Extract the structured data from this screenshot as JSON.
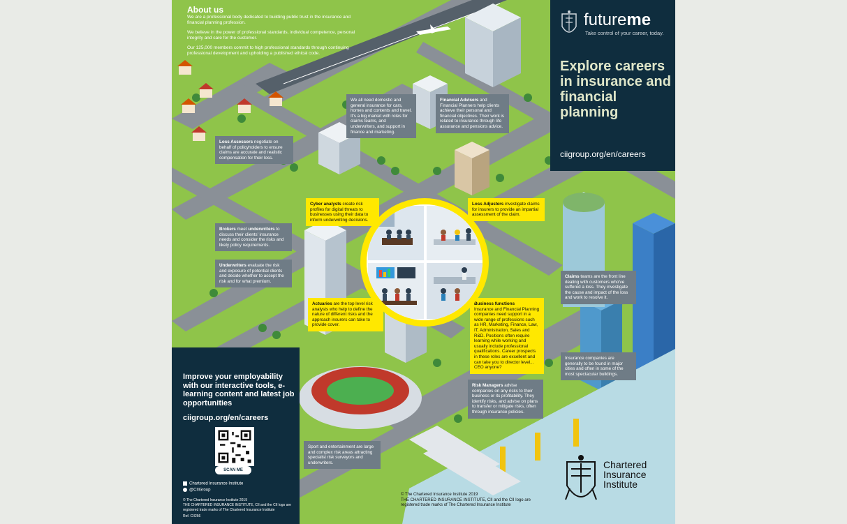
{
  "about": {
    "title": "About us",
    "p1": "We are a professional body dedicated to building public trust in the insurance and financial planning profession.",
    "p2": "We believe in the power of professional standards, individual competence, personal integrity and care for the customer.",
    "p3": "Our 125,000 members commit to high professional standards through continuing professional development and upholding a published ethical code."
  },
  "brand": {
    "logo_text_1": "future",
    "logo_text_2": "me",
    "tagline": "Take control of your career, today.",
    "headline": "Explore careers in insurance and financial planning",
    "url": "cii​group.org/en/careers"
  },
  "promo": {
    "text": "Improve your employability with our interactive tools, e-learning content and latest job opportunities",
    "url": "ciigroup.org/en/careers",
    "scan_label": "SCAN ME",
    "social_1": "Chartered Insurance Institute",
    "social_2": "@CIIGroup",
    "legal_1": "© The Chartered Insurance Institute 2019",
    "legal_2": "THE CHARTERED INSURANCE INSTITUTE, CII and the CII logo are registered trade marks of The Chartered Insurance Institute",
    "ref": "Ref. CII266"
  },
  "callouts": {
    "loss_assessors_lead": "Loss Assessors",
    "loss_assessors": " negotiate on behalf of policyholders to ensure claims are accurate and realistic compensation for their loss.",
    "general": "We all need domestic and general insurance for cars, homes and contents and travel. It's a big market with roles for claims teams, and underwriters, and support in finance and marketing.",
    "advisers_lead": "Financial Advisers",
    "advisers": " and Financial Planners help clients achieve their personal and financial objectives. Their work is related to insurance through life assurance and pensions advice.",
    "cyber_lead": "Cyber analysts",
    "cyber": " create risk profiles for digital threats to businesses using their data to inform underwriting decisions.",
    "adjusters_lead": "Loss Adjusters",
    "adjusters": " investigate claims for insurers to provide an impartial assessment of the claim.",
    "brokers_lead": "Brokers",
    "brokers_mid": " meet ",
    "brokers_lead2": "underwriters",
    "brokers": " to discuss their clients' insurance needs and consider the risks and likely policy requirements.",
    "underwriters_lead": "Underwriters",
    "underwriters": " evaluate the risk and exposure of potential clients and decide whether to accept the risk and for what premium.",
    "claims_lead": "Claims",
    "claims": " teams are the front line dealing with customers who've suffered a loss. They investigate the cause and impact of the loss and work to resolve it.",
    "actuaries_lead": "Actuaries",
    "actuaries": " are the top level risk analysts who help to define the nature of different risks and the approach insurers can take to provide cover.",
    "business_lead": "Business functions",
    "business": "Insurance and Financial Planning companies need support in a wide range of professions such as HR, Marketing, Finance, Law, IT, Administration, Sales and R&D. Positions often require learning while working and usually include professional qualifications. Career prospects in these roles are excellent and can take you to director level... CEO anyone?",
    "companies": "Insurance companies are generally to be found in major cities and often in some of the most spectacular buildings.",
    "risk_lead": "Risk Managers",
    "risk": " advise companies on any risks to their business or its profitability. They identify risks, and advise on plans to transfer or mitigate risks, often through insurance policies.",
    "sport": "Sport and entertainment are large and complex risk areas attracting specialist risk surveyors and underwriters."
  },
  "bottom": {
    "copyright": "© The Chartered Insurance Institute 2019",
    "trademark": "THE CHARTERED INSURANCE INSTITUTE, CII and the CII logo are registered trade marks of The Chartered Insurance Institute"
  },
  "cii": {
    "line1": "Chartered",
    "line2": "Insurance",
    "line3": "Institute"
  },
  "colors": {
    "navy": "#0f2d3e",
    "grass": "#8fc44a",
    "road": "#8a9097",
    "callout_grey": "#6f7c86",
    "callout_yellow": "#ffe800"
  }
}
